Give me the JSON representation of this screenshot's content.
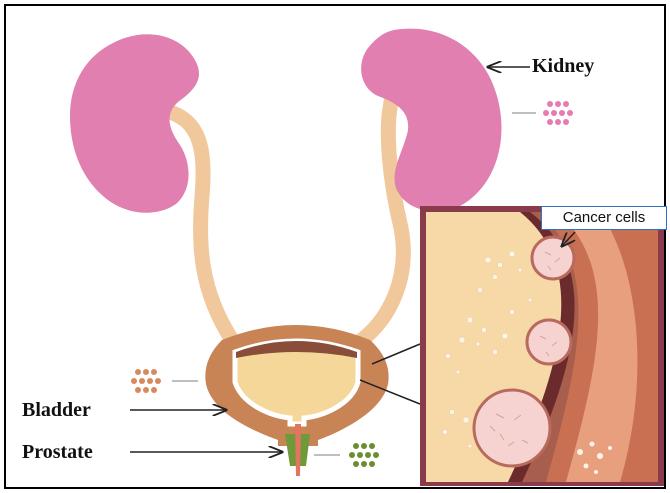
{
  "labels": {
    "kidney": "Kidney",
    "bladder": "Bladder",
    "prostate": "Prostate",
    "cancer_cells": "Cancer cells"
  },
  "colors": {
    "kidney": "#e07fb0",
    "ureter": "#f0c89c",
    "bladder_wall": "#c98456",
    "bladder_inner": "#f4d799",
    "prostate": "#6f9a3a",
    "inset_frame": "#8a3b4b",
    "tumor": "#f6d3d0",
    "legend_kidney_dots": "#e77ab1",
    "legend_bladder_dots": "#d98a5c",
    "legend_prostate_dots": "#6d8e2f"
  },
  "icons": [
    "dot-cluster-icon"
  ]
}
